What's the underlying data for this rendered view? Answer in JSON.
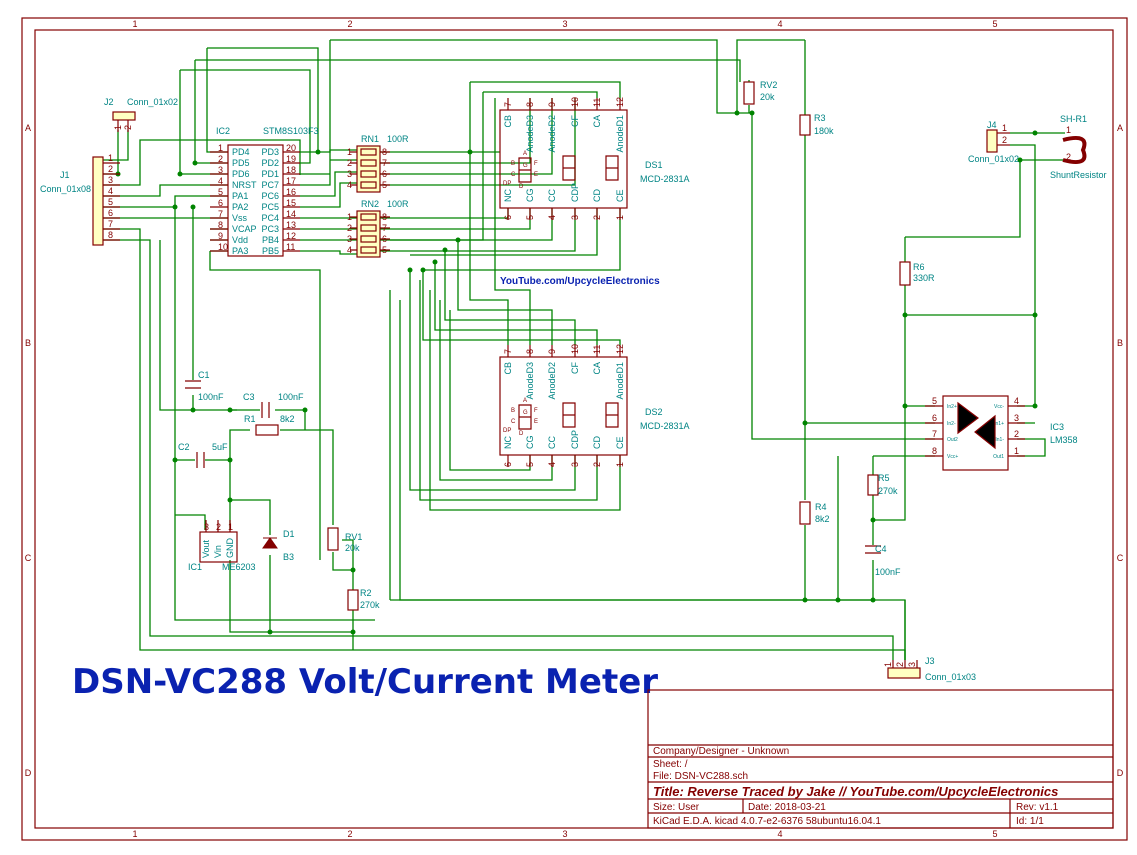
{
  "sheet": {
    "title_big": "DSN-VC288 Volt/Current Meter",
    "channel_label": "YouTube.com/UpcycleElectronics",
    "columns": [
      "1",
      "2",
      "3",
      "4",
      "5"
    ],
    "rows": [
      "A",
      "B",
      "C",
      "D"
    ]
  },
  "title_block": {
    "company": "Company/Designer - Unknown",
    "sheet": "Sheet: /",
    "file": "File: DSN-VC288.sch",
    "title": "Title: Reverse Traced by Jake // YouTube.com/UpcycleElectronics",
    "size": "Size: User",
    "date": "Date: 2018-03-21",
    "rev": "Rev: v1.1",
    "tool": "KiCad E.D.A.  kicad 4.0.7-e2-6376 58ubuntu16.04.1",
    "id": "Id: 1/1"
  },
  "components": {
    "j1": {
      "ref": "J1",
      "value": "Conn_01x08",
      "pins": [
        "1",
        "2",
        "3",
        "4",
        "5",
        "6",
        "7",
        "8"
      ]
    },
    "j2": {
      "ref": "J2",
      "value": "Conn_01x02",
      "pins": [
        "1",
        "2"
      ]
    },
    "j3": {
      "ref": "J3",
      "value": "Conn_01x03",
      "pins": [
        "1",
        "2",
        "3"
      ]
    },
    "j4": {
      "ref": "J4",
      "value": "Conn_01x02",
      "pins": [
        "1",
        "2"
      ]
    },
    "shr1": {
      "ref": "SH-R1",
      "value": "ShuntResistor",
      "pins": [
        "1",
        "2"
      ]
    },
    "ic2": {
      "ref": "IC2",
      "value": "STM8S103F3",
      "left": [
        [
          "1",
          "PD4"
        ],
        [
          "2",
          "PD5"
        ],
        [
          "3",
          "PD6"
        ],
        [
          "4",
          "NRST"
        ],
        [
          "5",
          "PA1"
        ],
        [
          "6",
          "PA2"
        ],
        [
          "7",
          "Vss"
        ],
        [
          "8",
          "VCAP"
        ],
        [
          "9",
          "Vdd"
        ],
        [
          "10",
          "PA3"
        ]
      ],
      "right": [
        [
          "20",
          "PD3"
        ],
        [
          "19",
          "PD2"
        ],
        [
          "18",
          "PD1"
        ],
        [
          "17",
          "PC7"
        ],
        [
          "16",
          "PC6"
        ],
        [
          "15",
          "PC5"
        ],
        [
          "14",
          "PC4"
        ],
        [
          "13",
          "PC3"
        ],
        [
          "12",
          "PB4"
        ],
        [
          "11",
          "PB5"
        ]
      ]
    },
    "rn1": {
      "ref": "RN1",
      "value": "100R",
      "left": [
        "1",
        "2",
        "3",
        "4"
      ],
      "right": [
        "8",
        "7",
        "6",
        "5"
      ]
    },
    "rn2": {
      "ref": "RN2",
      "value": "100R",
      "left": [
        "1",
        "2",
        "3",
        "4"
      ],
      "right": [
        "8",
        "7",
        "6",
        "5"
      ]
    },
    "ds1": {
      "ref": "DS1",
      "value": "MCD-2831A"
    },
    "ds2": {
      "ref": "DS2",
      "value": "MCD-2831A"
    },
    "ds_pins": {
      "top": [
        [
          "7",
          "CB"
        ],
        [
          "8",
          "AnodeD3"
        ],
        [
          "9",
          "AnodeD2"
        ],
        [
          "10",
          "CF"
        ],
        [
          "11",
          "CA"
        ],
        [
          "12",
          "AnodeD1"
        ]
      ],
      "bottom": [
        [
          "6",
          "NC"
        ],
        [
          "5",
          "CG"
        ],
        [
          "4",
          "CC"
        ],
        [
          "3",
          "CDP"
        ],
        [
          "2",
          "CD"
        ],
        [
          "1",
          "CE"
        ]
      ],
      "segments": [
        "A",
        "B",
        "G",
        "F",
        "C",
        "E",
        "DP",
        "D"
      ]
    },
    "ic3": {
      "ref": "IC3",
      "value": "LM358",
      "left": [
        [
          "5",
          "In2+"
        ],
        [
          "6",
          "In2-"
        ],
        [
          "7",
          "Out2"
        ],
        [
          "8",
          "Vcc+"
        ]
      ],
      "right": [
        [
          "4",
          "Vcc-"
        ],
        [
          "3",
          "In1+"
        ],
        [
          "2",
          "In1-"
        ],
        [
          "1",
          "Out1"
        ]
      ]
    },
    "ic1": {
      "ref": "IC1",
      "value": "ME6203",
      "pins": [
        [
          "3",
          "Vout"
        ],
        [
          "2",
          "Vin"
        ],
        [
          "1",
          "GND"
        ]
      ]
    },
    "rv1": {
      "ref": "RV1",
      "value": "20k"
    },
    "rv2": {
      "ref": "RV2",
      "value": "20k"
    },
    "r1": {
      "ref": "R1",
      "value": "8k2"
    },
    "r2": {
      "ref": "R2",
      "value": "270k"
    },
    "r3": {
      "ref": "R3",
      "value": "180k"
    },
    "r4": {
      "ref": "R4",
      "value": "8k2"
    },
    "r5": {
      "ref": "R5",
      "value": "270k"
    },
    "r6": {
      "ref": "R6",
      "value": "330R"
    },
    "c1": {
      "ref": "C1",
      "value": "100nF"
    },
    "c2": {
      "ref": "C2",
      "value": "5uF"
    },
    "c3": {
      "ref": "C3",
      "value": "100nF"
    },
    "c4": {
      "ref": "C4",
      "value": "100nF"
    },
    "d1": {
      "ref": "D1",
      "value": "B3"
    }
  }
}
